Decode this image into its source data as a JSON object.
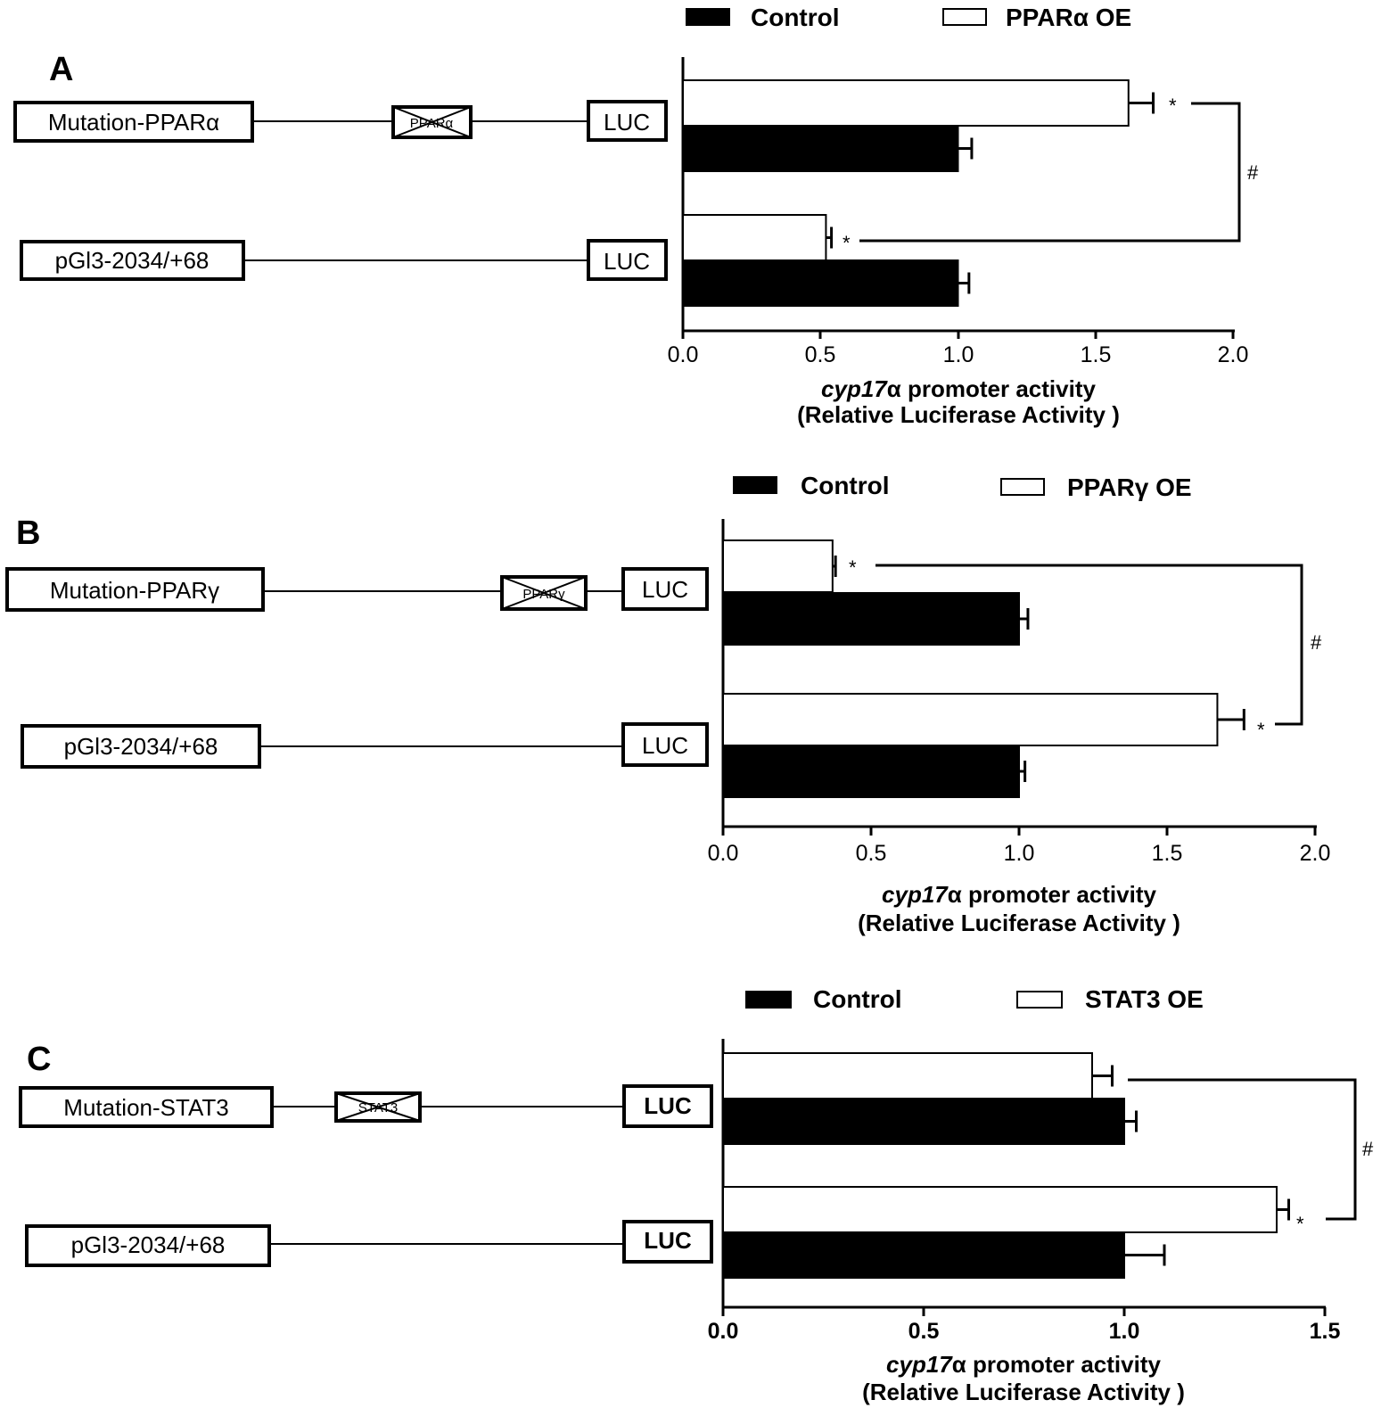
{
  "panels": [
    {
      "letter": "A",
      "legend": {
        "control": "Control",
        "oe": "PPARα OE"
      },
      "constructs": [
        {
          "name": "Mutation-PPARα",
          "site": "PPARα",
          "luc": "LUC"
        },
        {
          "name": "pGl3-2034/+68",
          "site": "",
          "luc": "LUC"
        }
      ],
      "axis": {
        "title_italic": "cyp17",
        "title_rest": "α promoter activity",
        "title_line2": "(Relative Luciferase Activity )",
        "ticks": [
          "0.0",
          "0.5",
          "1.0",
          "1.5",
          "2.0"
        ]
      },
      "annotations": {
        "star": "*",
        "hash": "#"
      }
    },
    {
      "letter": "B",
      "legend": {
        "control": "Control",
        "oe": "PPARγ OE"
      },
      "constructs": [
        {
          "name": "Mutation-PPARγ",
          "site": "PPARγ",
          "luc": "LUC"
        },
        {
          "name": "pGl3-2034/+68",
          "site": "",
          "luc": "LUC"
        }
      ],
      "axis": {
        "title_italic": "cyp17",
        "title_rest": "α promoter activity",
        "title_line2": "(Relative Luciferase Activity )",
        "ticks": [
          "0.0",
          "0.5",
          "1.0",
          "1.5",
          "2.0"
        ]
      },
      "annotations": {
        "star": "*",
        "hash": "#"
      }
    },
    {
      "letter": "C",
      "legend": {
        "control": "Control",
        "oe": "STAT3 OE"
      },
      "constructs": [
        {
          "name": "Mutation-STAT3",
          "site": "STAT3",
          "luc": "LUC"
        },
        {
          "name": "pGl3-2034/+68",
          "site": "",
          "luc": "LUC"
        }
      ],
      "axis": {
        "title_italic": "cyp17",
        "title_rest": "α promoter activity",
        "title_line2": "(Relative Luciferase Activity )",
        "ticks": [
          "0.0",
          "0.5",
          "1.0",
          "1.5"
        ]
      },
      "annotations": {
        "star": "*",
        "hash": "#"
      }
    }
  ],
  "chart_data": [
    {
      "type": "bar",
      "orientation": "horizontal",
      "categories": [
        "Mutation-PPARα",
        "pGl3-2034/+68"
      ],
      "series": [
        {
          "name": "PPARα OE",
          "fill": "#ffffff",
          "values": [
            1.62,
            0.52
          ],
          "errors": [
            0.09,
            0.02
          ]
        },
        {
          "name": "Control",
          "fill": "#000000",
          "values": [
            1.0,
            1.0
          ],
          "errors": [
            0.05,
            0.04
          ]
        }
      ],
      "xlabel": "cyp17α promoter activity (Relative Luciferase Activity )",
      "xlim": [
        0,
        2.0
      ],
      "legend": "top",
      "grid": false
    },
    {
      "type": "bar",
      "orientation": "horizontal",
      "categories": [
        "Mutation-PPARγ",
        "pGl3-2034/+68"
      ],
      "series": [
        {
          "name": "PPARγ OE",
          "fill": "#ffffff",
          "values": [
            0.37,
            1.67
          ],
          "errors": [
            0.01,
            0.09
          ]
        },
        {
          "name": "Control",
          "fill": "#000000",
          "values": [
            1.0,
            1.0
          ],
          "errors": [
            0.03,
            0.02
          ]
        }
      ],
      "xlabel": "cyp17α promoter activity (Relative Luciferase Activity )",
      "xlim": [
        0,
        2.0
      ],
      "legend": "top",
      "grid": false
    },
    {
      "type": "bar",
      "orientation": "horizontal",
      "categories": [
        "Mutation-STAT3",
        "pGl3-2034/+68"
      ],
      "series": [
        {
          "name": "STAT3 OE",
          "fill": "#ffffff",
          "values": [
            0.92,
            1.38
          ],
          "errors": [
            0.05,
            0.03
          ]
        },
        {
          "name": "Control",
          "fill": "#000000",
          "values": [
            1.0,
            1.0
          ],
          "errors": [
            0.03,
            0.1
          ]
        }
      ],
      "xlabel": "cyp17α promoter activity (Relative Luciferase Activity )",
      "xlim": [
        0,
        1.5
      ],
      "legend": "top",
      "grid": false
    }
  ]
}
